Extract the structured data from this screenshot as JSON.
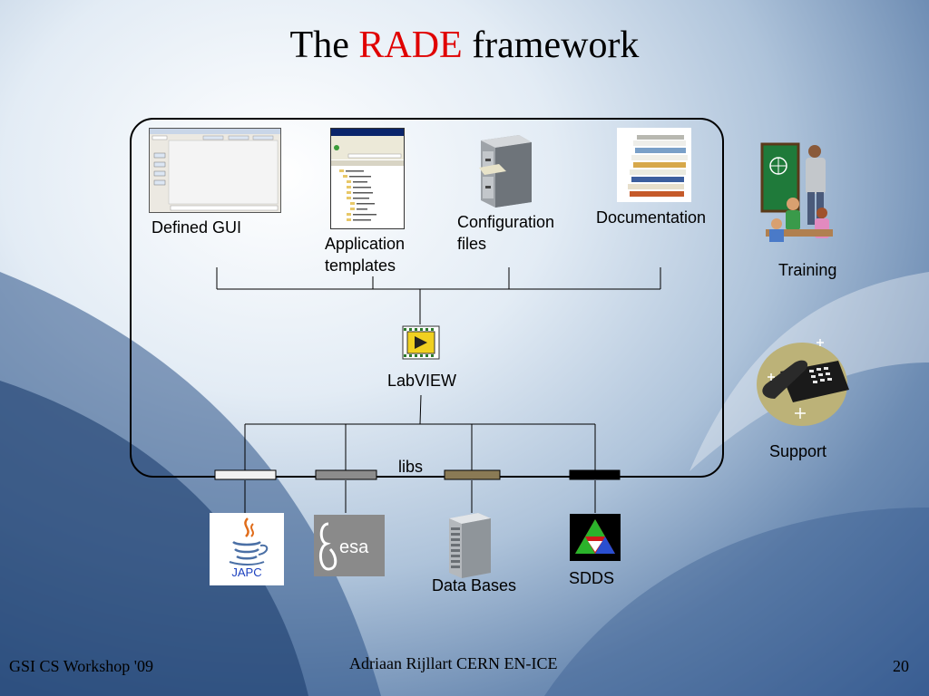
{
  "slide": {
    "title_pre": "The",
    "title_highlight": "RADE",
    "title_post": "framework"
  },
  "colors": {
    "highlight": "#e00000",
    "bar_light": "#f2f2f2",
    "bar_gray": "#8c8c8c",
    "bar_brown": "#8a7a55",
    "bar_black": "#000000"
  },
  "diagram": {
    "top_items": {
      "defined_gui": "Defined GUI",
      "application_templates_line1": "Application",
      "application_templates_line2": "templates",
      "configuration_files_line1": "Configuration",
      "configuration_files_line2": "files",
      "documentation": "Documentation"
    },
    "center": "LabVIEW",
    "libs_label": "libs",
    "side_items": {
      "training": "Training",
      "support": "Support"
    },
    "bottom_items": {
      "japc": "JAPC",
      "databases": "Data Bases",
      "sdds": "SDDS"
    },
    "icons": [
      "gui-screenshot-icon",
      "file-browser-icon",
      "file-cabinet-icon",
      "document-stack-icon",
      "labview-icon",
      "teacher-icon",
      "telephone-icon",
      "java-icon",
      "esa-logo-icon",
      "server-icon",
      "sdds-logo-icon"
    ]
  },
  "footer": {
    "left": "GSI CS Workshop '09",
    "center": "Adriaan Rijllart CERN EN-ICE",
    "page": "20"
  }
}
